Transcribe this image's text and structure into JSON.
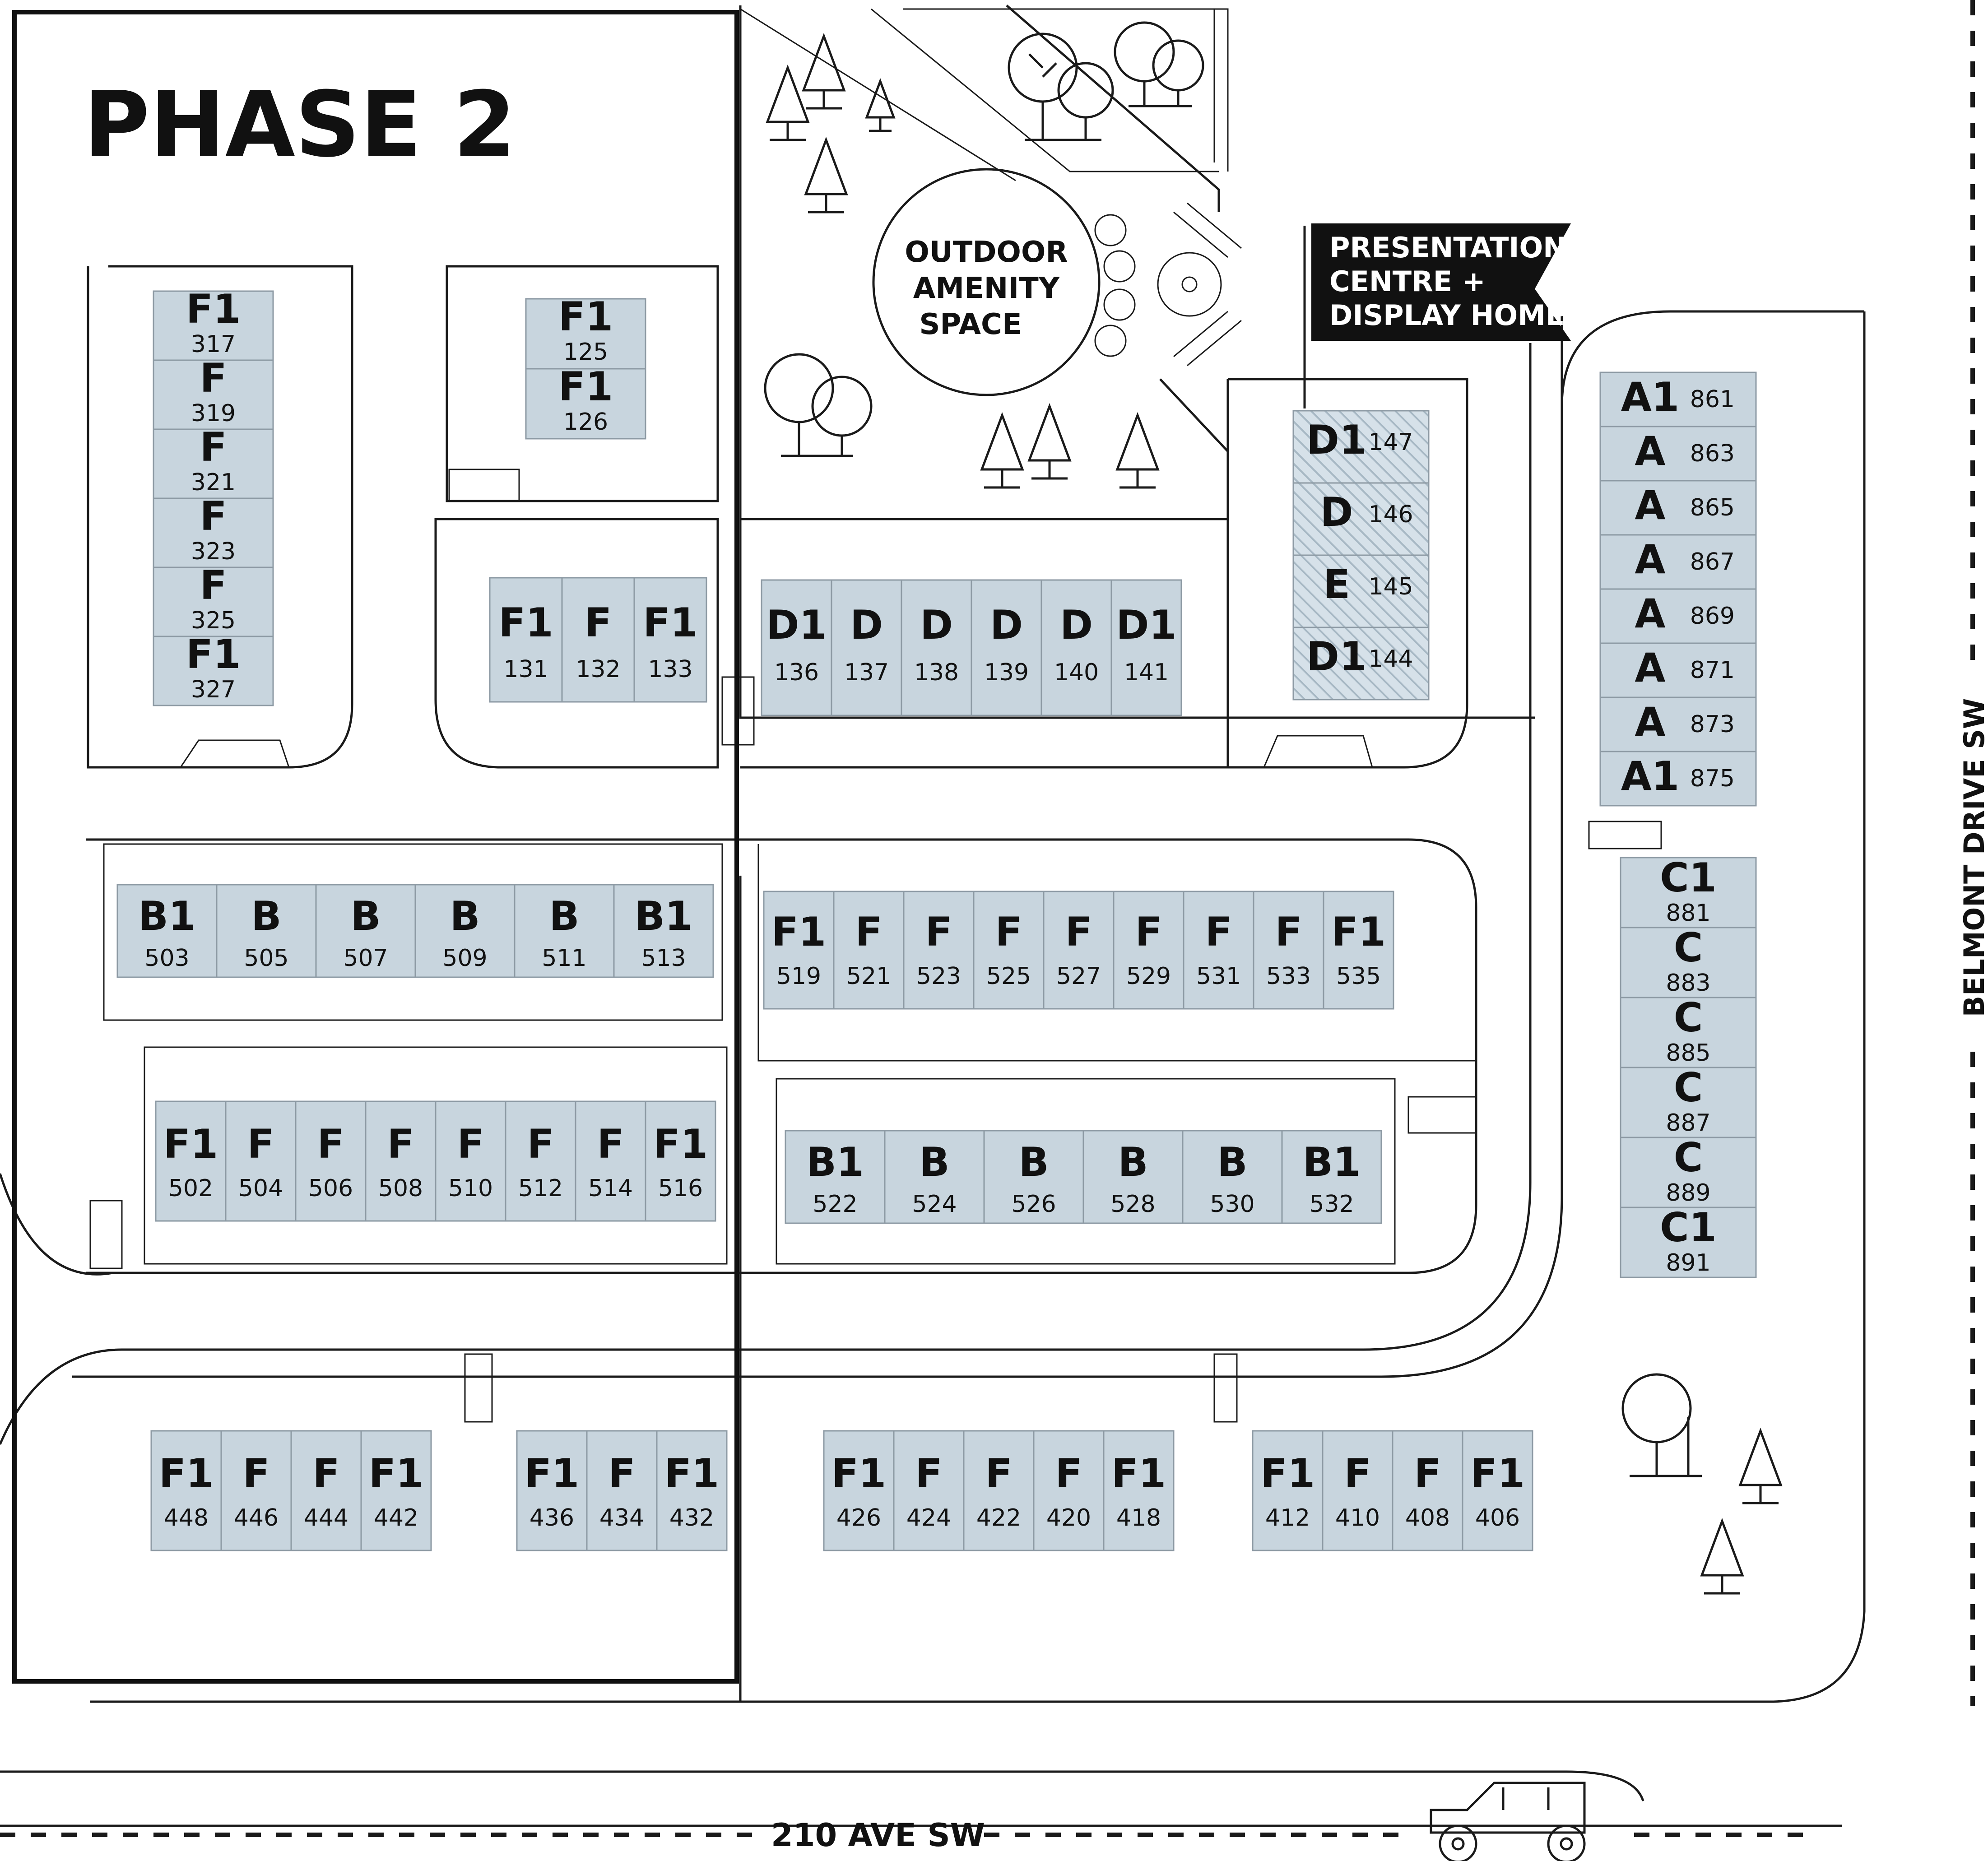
{
  "map": {
    "phase_label": "PHASE 2",
    "amenity_lines": [
      "OUTDOOR",
      "AMENITY",
      "SPACE"
    ],
    "presentation_lines": [
      "PRESENTATION",
      "CENTRE +",
      "DISPLAY HOMES"
    ],
    "road_bottom": "210 AVE SW",
    "road_right": "BELMONT DRIVE SW",
    "colors": {
      "unit_fill": "#c8d5de",
      "display_fill": "#c8d5de",
      "flag_fill": "#111111",
      "flag_text": "#ffffff",
      "line": "#1a1a1a"
    }
  },
  "units": [
    {
      "type": "F1",
      "num": "317"
    },
    {
      "type": "F",
      "num": "319"
    },
    {
      "type": "F",
      "num": "321"
    },
    {
      "type": "F",
      "num": "323"
    },
    {
      "type": "F",
      "num": "325"
    },
    {
      "type": "F1",
      "num": "327"
    },
    {
      "type": "F1",
      "num": "125"
    },
    {
      "type": "F1",
      "num": "126"
    },
    {
      "type": "F1",
      "num": "131"
    },
    {
      "type": "F",
      "num": "132"
    },
    {
      "type": "F1",
      "num": "133"
    },
    {
      "type": "D1",
      "num": "136"
    },
    {
      "type": "D",
      "num": "137"
    },
    {
      "type": "D",
      "num": "138"
    },
    {
      "type": "D",
      "num": "139"
    },
    {
      "type": "D",
      "num": "140"
    },
    {
      "type": "D1",
      "num": "141"
    },
    {
      "type": "D1",
      "num": "147",
      "display": true
    },
    {
      "type": "D",
      "num": "146",
      "display": true
    },
    {
      "type": "E",
      "num": "145",
      "display": true
    },
    {
      "type": "D1",
      "num": "144",
      "display": true
    },
    {
      "type": "A1",
      "num": "861"
    },
    {
      "type": "A",
      "num": "863"
    },
    {
      "type": "A",
      "num": "865"
    },
    {
      "type": "A",
      "num": "867"
    },
    {
      "type": "A",
      "num": "869"
    },
    {
      "type": "A",
      "num": "871"
    },
    {
      "type": "A",
      "num": "873"
    },
    {
      "type": "A1",
      "num": "875"
    },
    {
      "type": "B1",
      "num": "503"
    },
    {
      "type": "B",
      "num": "505"
    },
    {
      "type": "B",
      "num": "507"
    },
    {
      "type": "B",
      "num": "509"
    },
    {
      "type": "B",
      "num": "511"
    },
    {
      "type": "B1",
      "num": "513"
    },
    {
      "type": "F1",
      "num": "519"
    },
    {
      "type": "F",
      "num": "521"
    },
    {
      "type": "F",
      "num": "523"
    },
    {
      "type": "F",
      "num": "525"
    },
    {
      "type": "F",
      "num": "527"
    },
    {
      "type": "F",
      "num": "529"
    },
    {
      "type": "F",
      "num": "531"
    },
    {
      "type": "F",
      "num": "533"
    },
    {
      "type": "F1",
      "num": "535"
    },
    {
      "type": "C1",
      "num": "881"
    },
    {
      "type": "C",
      "num": "883"
    },
    {
      "type": "C",
      "num": "885"
    },
    {
      "type": "C",
      "num": "887"
    },
    {
      "type": "C",
      "num": "889"
    },
    {
      "type": "C1",
      "num": "891"
    },
    {
      "type": "F1",
      "num": "502"
    },
    {
      "type": "F",
      "num": "504"
    },
    {
      "type": "F",
      "num": "506"
    },
    {
      "type": "F",
      "num": "508"
    },
    {
      "type": "F",
      "num": "510"
    },
    {
      "type": "F",
      "num": "512"
    },
    {
      "type": "F",
      "num": "514"
    },
    {
      "type": "F1",
      "num": "516"
    },
    {
      "type": "B1",
      "num": "522"
    },
    {
      "type": "B",
      "num": "524"
    },
    {
      "type": "B",
      "num": "526"
    },
    {
      "type": "B",
      "num": "528"
    },
    {
      "type": "B",
      "num": "530"
    },
    {
      "type": "B1",
      "num": "532"
    },
    {
      "type": "F1",
      "num": "448"
    },
    {
      "type": "F",
      "num": "446"
    },
    {
      "type": "F",
      "num": "444"
    },
    {
      "type": "F1",
      "num": "442"
    },
    {
      "type": "F1",
      "num": "436"
    },
    {
      "type": "F",
      "num": "434"
    },
    {
      "type": "F1",
      "num": "432"
    },
    {
      "type": "F1",
      "num": "426"
    },
    {
      "type": "F",
      "num": "424"
    },
    {
      "type": "F",
      "num": "422"
    },
    {
      "type": "F",
      "num": "420"
    },
    {
      "type": "F1",
      "num": "418"
    },
    {
      "type": "F1",
      "num": "412"
    },
    {
      "type": "F",
      "num": "410"
    },
    {
      "type": "F",
      "num": "408"
    },
    {
      "type": "F1",
      "num": "406"
    }
  ]
}
